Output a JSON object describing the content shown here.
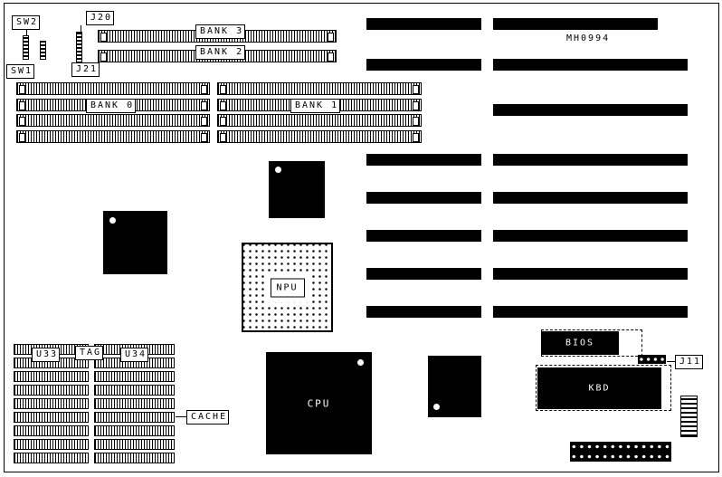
{
  "board": {
    "part_number": "MH0994"
  },
  "labels": {
    "sw2": "SW2",
    "sw1": "SW1",
    "j20": "J20",
    "j21": "J21",
    "bank3": "BANK 3",
    "bank2": "BANK 2",
    "bank0": "BANK 0",
    "bank1": "BANK 1",
    "npu": "NPU",
    "cpu": "CPU",
    "bios": "BIOS",
    "kbd": "KBD",
    "j11": "J11",
    "u33": "U33",
    "tag": "TAG",
    "u34": "U34",
    "cache": "CACHE"
  }
}
